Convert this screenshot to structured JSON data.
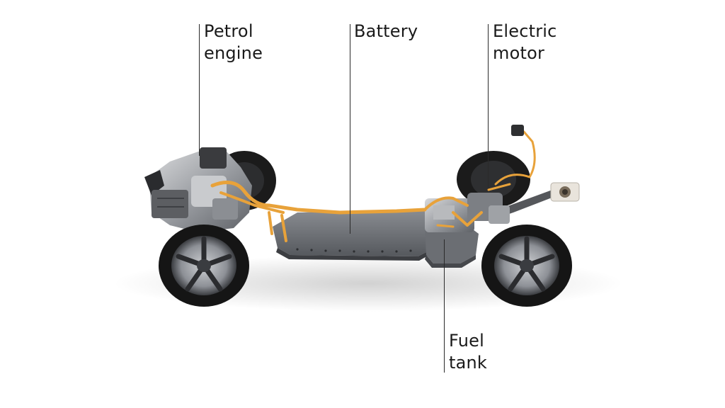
{
  "labels": {
    "petrol_engine": "Petrol\nengine",
    "battery": "Battery",
    "electric_motor": "Electric\nmotor",
    "fuel_tank": "Fuel\ntank"
  },
  "colors": {
    "cable_orange": "#e8a23a",
    "tyre": "#1b1b1b",
    "frame_grey": "#5a5c60",
    "battery_grey": "#74777c",
    "leader_line": "#2a2a2a"
  }
}
